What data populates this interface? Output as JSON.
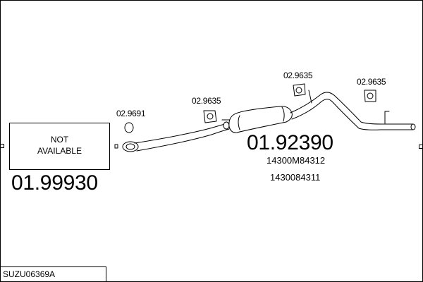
{
  "diagram": {
    "not_available": {
      "line1": "NOT",
      "line2": "AVAILABLE",
      "part_number": "01.99930"
    },
    "labels": {
      "clamp_front": "02.9691",
      "hanger_middle": "02.9635",
      "hanger_upper": "02.9635",
      "hanger_rear": "02.9635"
    },
    "muffler": {
      "part_number": "01.92390",
      "oem_1": "14300M84312",
      "oem_2": "1430084311"
    },
    "model_code": "SUZU06369A"
  }
}
